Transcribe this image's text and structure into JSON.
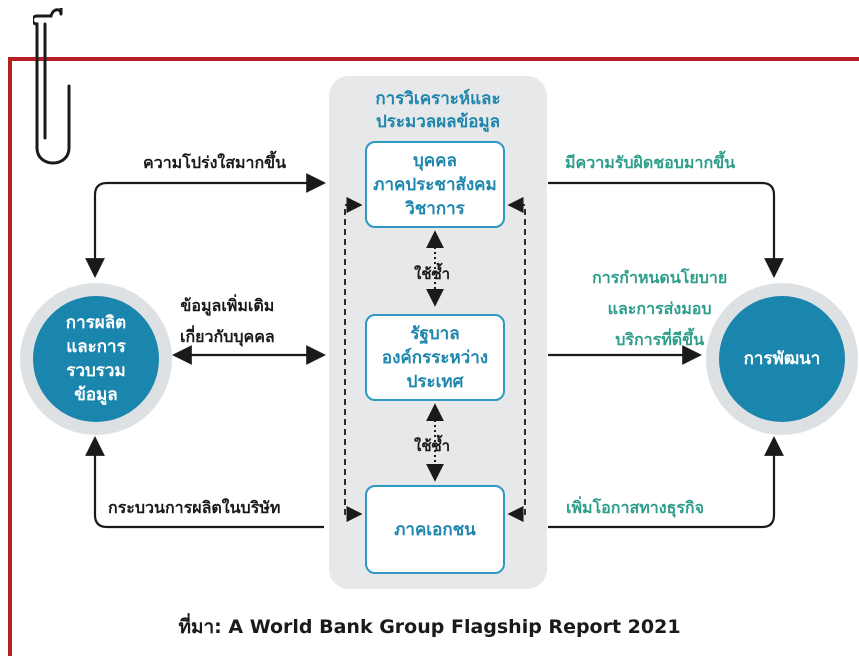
{
  "panel_title": [
    "การวิเคราะห์และ",
    "ประมวลผลข้อมูล"
  ],
  "boxes": {
    "individual": [
      "บุคคล",
      "ภาคประชาสังคม",
      "วิชาการ"
    ],
    "government": [
      "รัฐบาล",
      "องค์กรระหว่าง",
      "ประเทศ"
    ],
    "private": [
      "ภาคเอกชน"
    ]
  },
  "reuse_labels": [
    "ใช้ซ้ำ",
    "ใช้ซ้ำ"
  ],
  "left_circle": [
    "การผลิต",
    "และการ",
    "รวบรวม",
    "ข้อมูล"
  ],
  "right_circle": [
    "การพัฒนา"
  ],
  "left_labels": {
    "transparency": "ความโปร่งใสมากขึ้น",
    "more_data": [
      "ข้อมูลเพิ่มเติม",
      "เกี่ยวกับบุคคล"
    ],
    "production": "กระบวนการผลิตในบริษัท"
  },
  "right_labels": {
    "accountability": "มีความรับผิดชอบมากขึ้น",
    "policy": [
      "การกำหนดนโยบาย",
      "และการส่งมอบ",
      "บริการที่ดีขึ้น"
    ],
    "opportunity": "เพิ่มโอกาสทางธุรกิจ"
  },
  "source": "ที่มา: A World Bank Group Flagship Report 2021",
  "colors": {
    "accent_red": "#b51f24",
    "blue": "#1a86ad",
    "green": "#2d9e8a",
    "panel_gray": "#e6e8ea"
  }
}
